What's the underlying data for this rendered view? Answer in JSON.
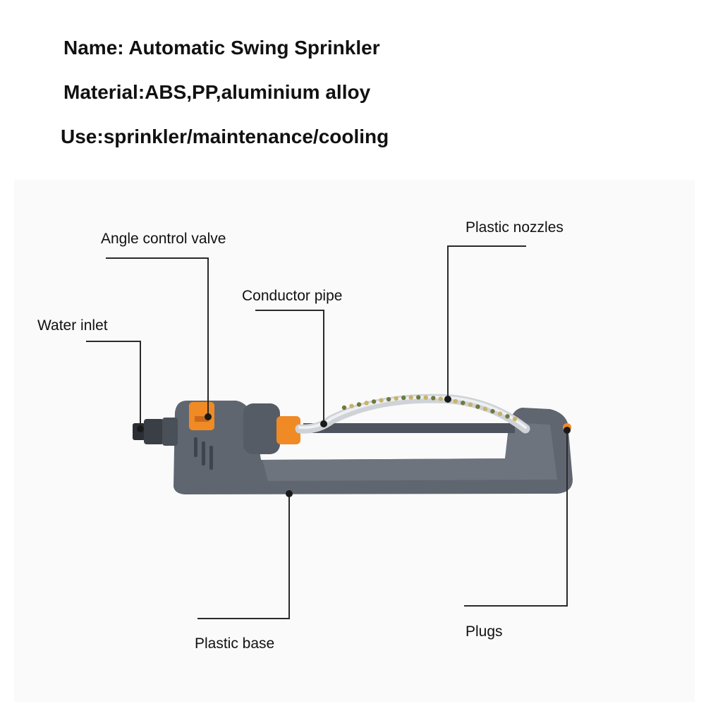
{
  "specs": {
    "name": "Name: Automatic Swing Sprinkler",
    "material": "Material:ABS,PP,aluminium alloy",
    "use": "Use:sprinkler/maintenance/cooling"
  },
  "callouts": {
    "angle_control_valve": "Angle control valve",
    "conductor_pipe": "Conductor pipe",
    "water_inlet": "Water inlet",
    "plastic_nozzles": "Plastic nozzles",
    "plastic_base": "Plastic base",
    "plugs": "Plugs"
  },
  "colors": {
    "base_gray": "#5f6670",
    "accent_orange": "#f08a24",
    "line": "#2a2a2a"
  }
}
